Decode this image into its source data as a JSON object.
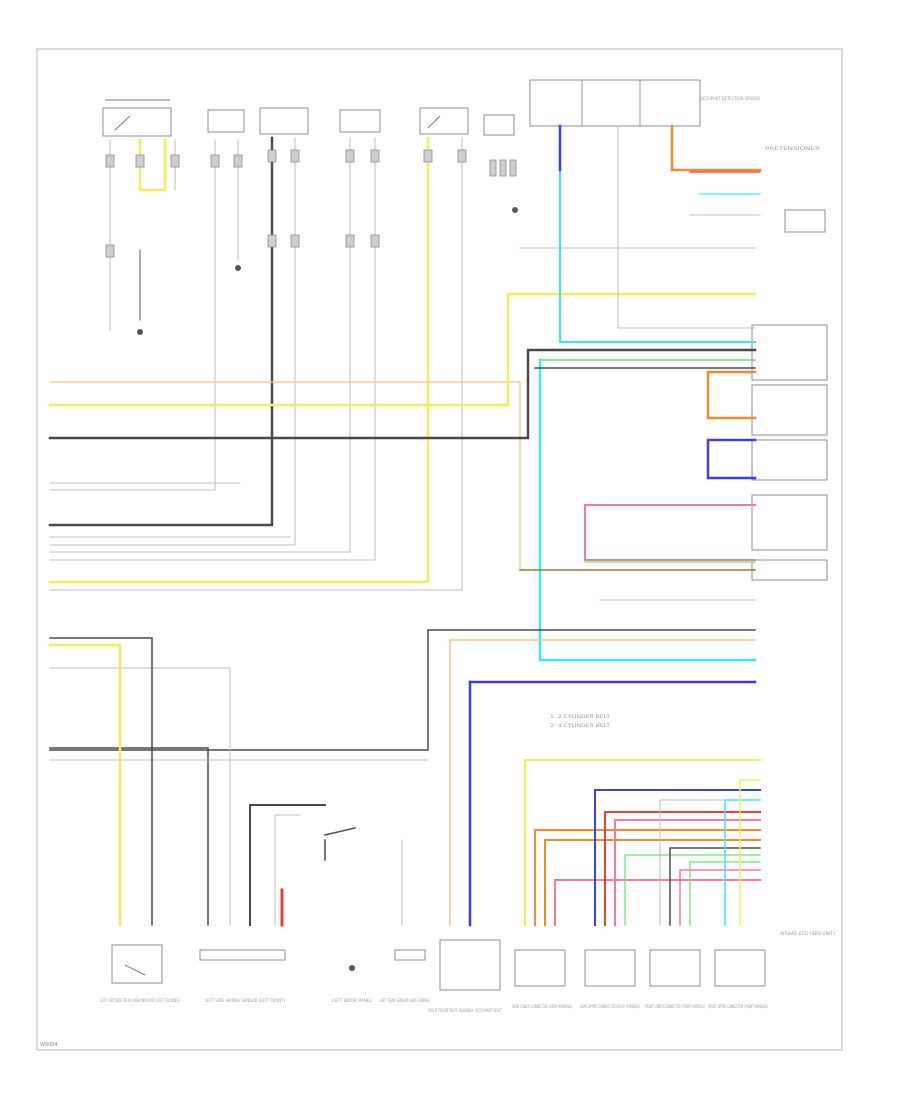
{
  "footer_code": "W0004",
  "colors": {
    "dark": "#4a4a4a",
    "yellow": "#f2ee5a",
    "cyan": "#3ee6f0",
    "blue": "#3d3dea",
    "orange": "#f08a2a",
    "green": "#6de06d",
    "pink": "#f27aa6",
    "red": "#ee3b3b",
    "tan": "#f2c48c",
    "gray": "#bdbdbd",
    "frame": "#b5b5b5"
  },
  "components": {
    "left_outside_mirror_switch": "LEFT OUTSIDE REAR VIEW MIRROR (LEFT FOLDING)",
    "left_side_airbag_sensor": "LEFT SIDE AIRBAG SENSOR (LEFT FRONT)",
    "left_door_panel_ground": "LEFT DOOR PANEL",
    "left_rear_airbag_sensor": "LEFT REAR SENSOR (SIDE AIRBAG)",
    "front_seat_switch": "RIGHT FRONT SEAT ASSEMBLY (OCCUPANT SEAT)",
    "rear_lower_connector": "REAR LOWER CONNECTOR (REAR HARNESS)",
    "rear_upper_connector": "REAR UPPER CONNECTOR (REAR HARNESS)",
    "front_lower_connector": "FRONT LOWER CONNECTOR (FRONT HARNESS)",
    "front_upper_connector": "FRONT UPPER CONNECTOR (FRONT HARNESS)",
    "airbag_ecu": "AIRBAG ECU (SRS UNIT)",
    "occupant_sensor": "OCCUPANT DETECTION SENSOR",
    "pretensioner": "PRETENSIONER"
  },
  "legend": {
    "line1": "1: 2 CYLINDER BELT",
    "line2": "2: 4 CYLINDER BELT"
  }
}
